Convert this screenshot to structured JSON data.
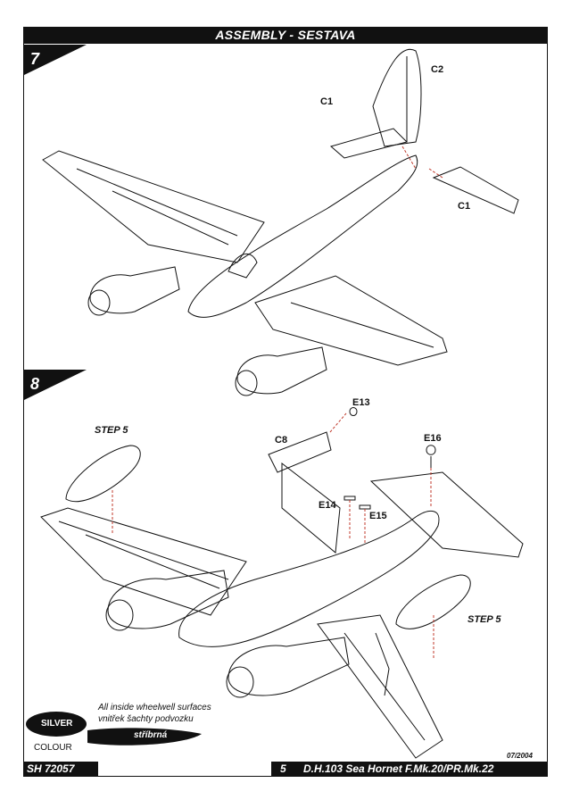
{
  "header": {
    "title": "ASSEMBLY -  SESTAVA"
  },
  "steps": [
    {
      "number": "7",
      "callouts": [
        "C1",
        "C2",
        "C1"
      ]
    },
    {
      "number": "8",
      "callouts": [
        "C8",
        "E13",
        "E14",
        "E15",
        "E16"
      ],
      "refs": [
        "STEP 5",
        "STEP 5"
      ]
    }
  ],
  "colour_note": {
    "swatch": "SILVER",
    "swatch_sub": "COLOUR",
    "line1": "All inside wheelwell surfaces",
    "line2": "vnitřek šachty podvozku",
    "line3": "stříbrná"
  },
  "footer": {
    "code": "SH 72057",
    "page": "5",
    "title": "D.H.103 Sea Hornet F.Mk.20/PR.Mk.22",
    "date": "07/2004"
  },
  "colors": {
    "ink": "#111111",
    "paper": "#ffffff"
  }
}
